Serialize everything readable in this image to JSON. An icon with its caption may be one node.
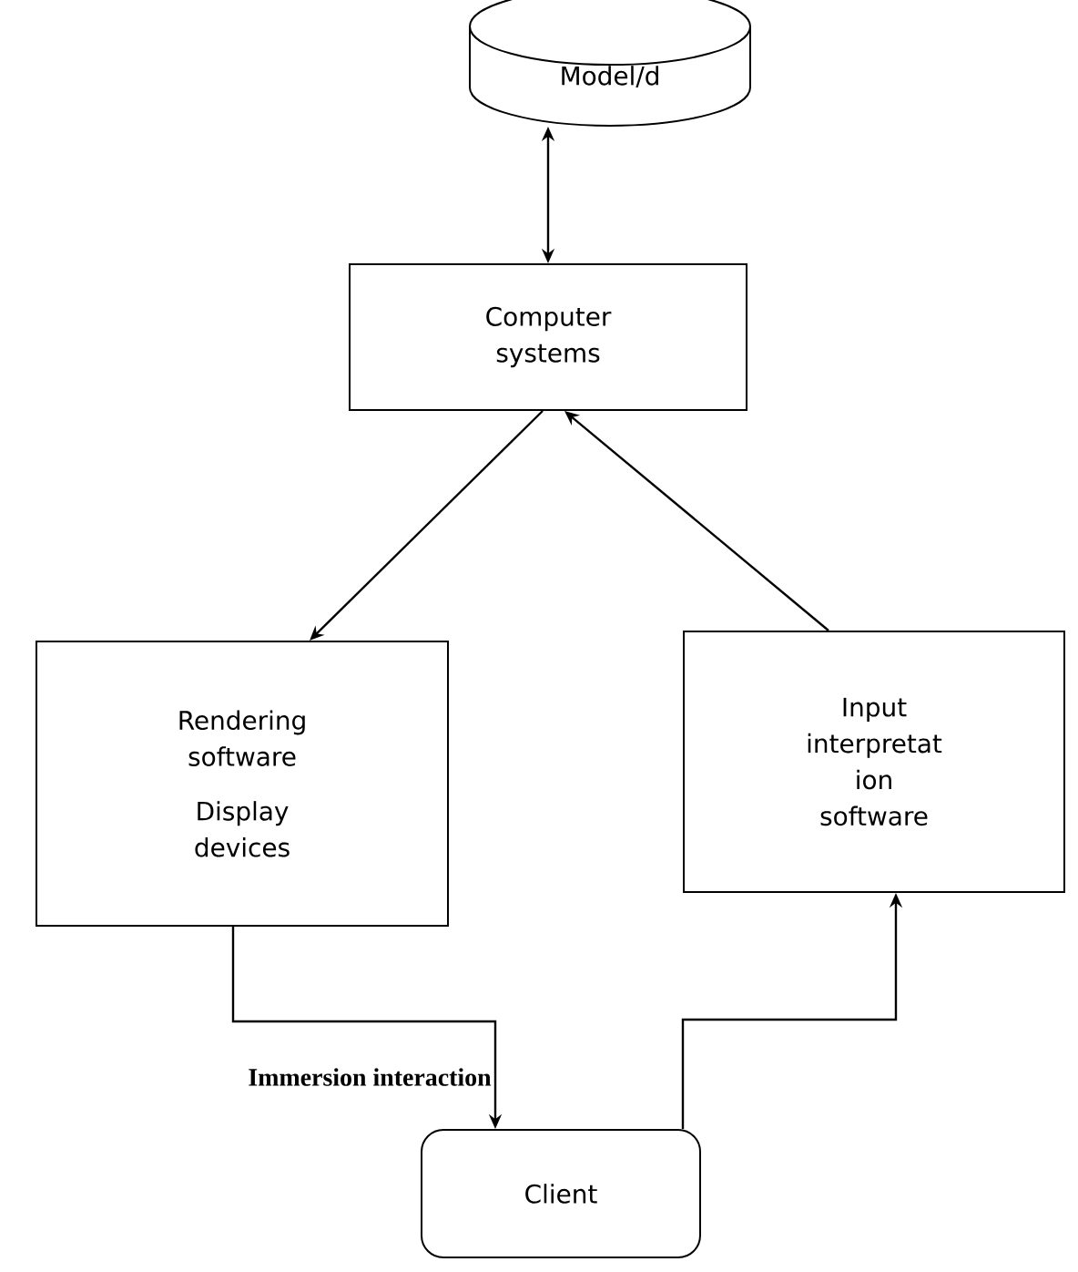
{
  "diagram": {
    "nodes": [
      {
        "text": [
          "Model/d"
        ]
      },
      {
        "text": [
          "Computer systems"
        ]
      },
      {
        "text": [
          "Rendering software",
          "Display devices"
        ]
      },
      {
        "text": [
          "Input interpretat ion software"
        ]
      },
      {
        "text": [
          "Client"
        ]
      }
    ],
    "edges": [
      {
        "from": 0,
        "to": 1,
        "arrow": "both"
      },
      {
        "from": 1,
        "to": 2,
        "arrow": "to"
      },
      {
        "from": 3,
        "to": 1,
        "arrow": "to"
      },
      {
        "from": 2,
        "to": 4,
        "arrow": "to",
        "label": "Immersion interaction"
      },
      {
        "from": 4,
        "to": 3,
        "arrow": "to"
      }
    ]
  }
}
